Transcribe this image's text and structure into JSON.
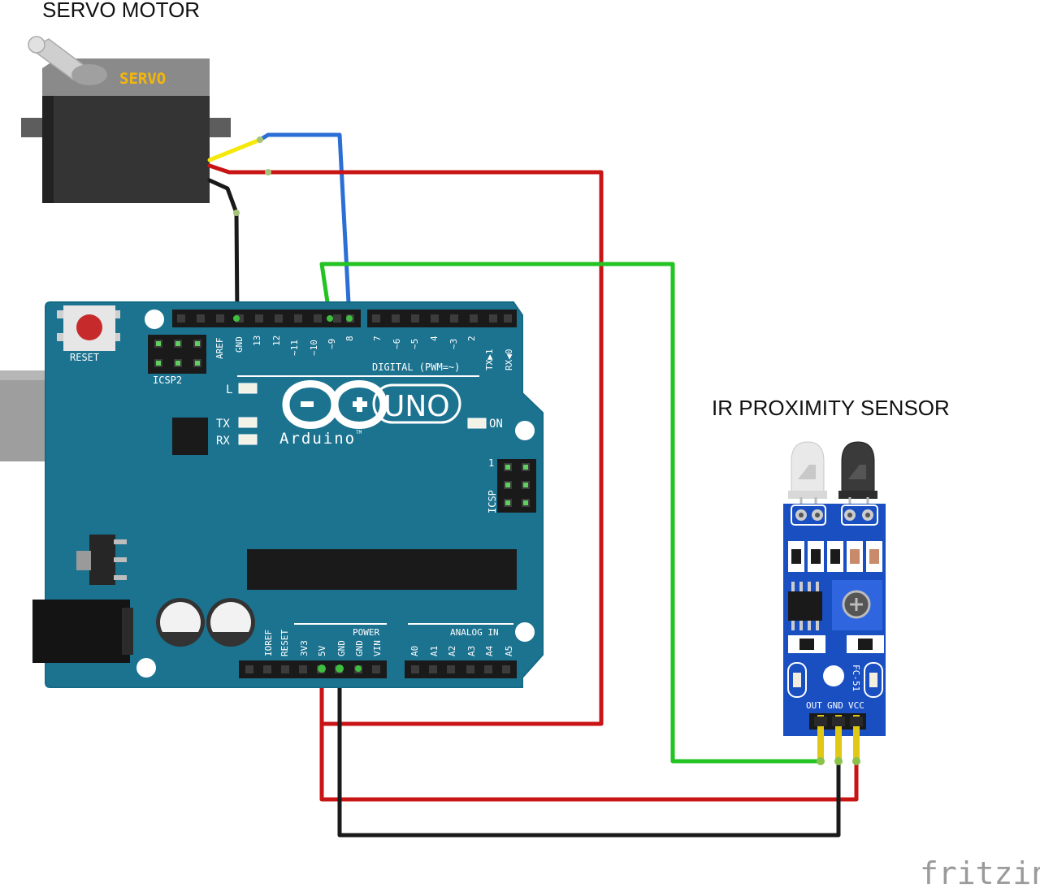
{
  "labels": {
    "servo_title": "SERVO MOTOR",
    "sensor_title": "IR PROXIMITY SENSOR",
    "watermark": "fritzing"
  },
  "servo": {
    "brand": "SERVO"
  },
  "arduino": {
    "reset": "RESET",
    "icsp2": "ICSP2",
    "icsp": "ICSP",
    "icsp_pin1": "1",
    "digital_header": "DIGITAL (PWM=~)",
    "uno": "UNO",
    "brand": "Arduino",
    "tm": "TM",
    "led_l": "L",
    "led_tx": "TX",
    "led_rx": "RX",
    "led_on": "ON",
    "top_pins_left": [
      "AREF",
      "GND",
      "13",
      "12",
      "~11",
      "~10",
      "~9",
      "8"
    ],
    "top_pins_right": [
      "7",
      "~6",
      "~5",
      "4",
      "~3",
      "2",
      "TX▶1",
      "RX◀0"
    ],
    "power_header": "POWER",
    "analog_header": "ANALOG IN",
    "bottom_power_pins": [
      "IOREF",
      "RESET",
      "3V3",
      "5V",
      "GND",
      "GND",
      "VIN"
    ],
    "bottom_analog_pins": [
      "A0",
      "A1",
      "A2",
      "A3",
      "A4",
      "A5"
    ]
  },
  "ir_sensor": {
    "model": "FC-51",
    "pins": [
      "OUT",
      "GND",
      "VCC"
    ]
  },
  "colors": {
    "board": "#1c7390",
    "board_edge": "#156a86",
    "wire_red": "#c81414",
    "wire_black": "#1a1a1a",
    "wire_green": "#22c322",
    "wire_blue": "#2b6fd6",
    "wire_yellow": "#f5e80a",
    "sensor_pcb": "#1a4fc2"
  }
}
